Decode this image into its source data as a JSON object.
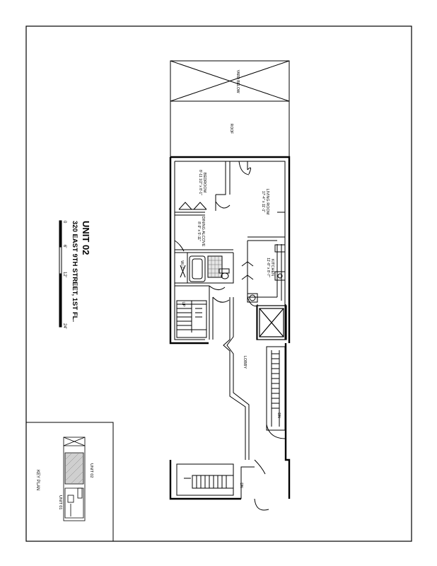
{
  "title_block": {
    "unit": "UNIT 02",
    "address": "320 EAST 9TH STREET, 1ST FL.",
    "scale_ticks": [
      "0",
      "6'",
      "12'",
      "24'"
    ]
  },
  "rooms": {
    "yard": "YARD BELOW",
    "roof": "ROOF",
    "bedroom_name": "BEDROOM",
    "bedroom_dims": "8'-11 1/2\" x 8'-1\"",
    "living_name": "LIVING ROOM",
    "living_dims": "17'-4\" x 11'-1\"",
    "dining_name": "DINING ALCOVE",
    "dining_dims": "8'-9\" x 5'-11\"",
    "kitchen_name": "KITCHEN",
    "kitchen_dims": "11'-8\" x 8'-7\"",
    "wic": "W.I.C.",
    "up": "UP",
    "lobby": "LOBBY",
    "dn": "DN",
    "dn2": "DN"
  },
  "key_plan": {
    "title": "KEY PLAN",
    "unit02": "UNIT 02",
    "unit01": "UNIT 01"
  }
}
